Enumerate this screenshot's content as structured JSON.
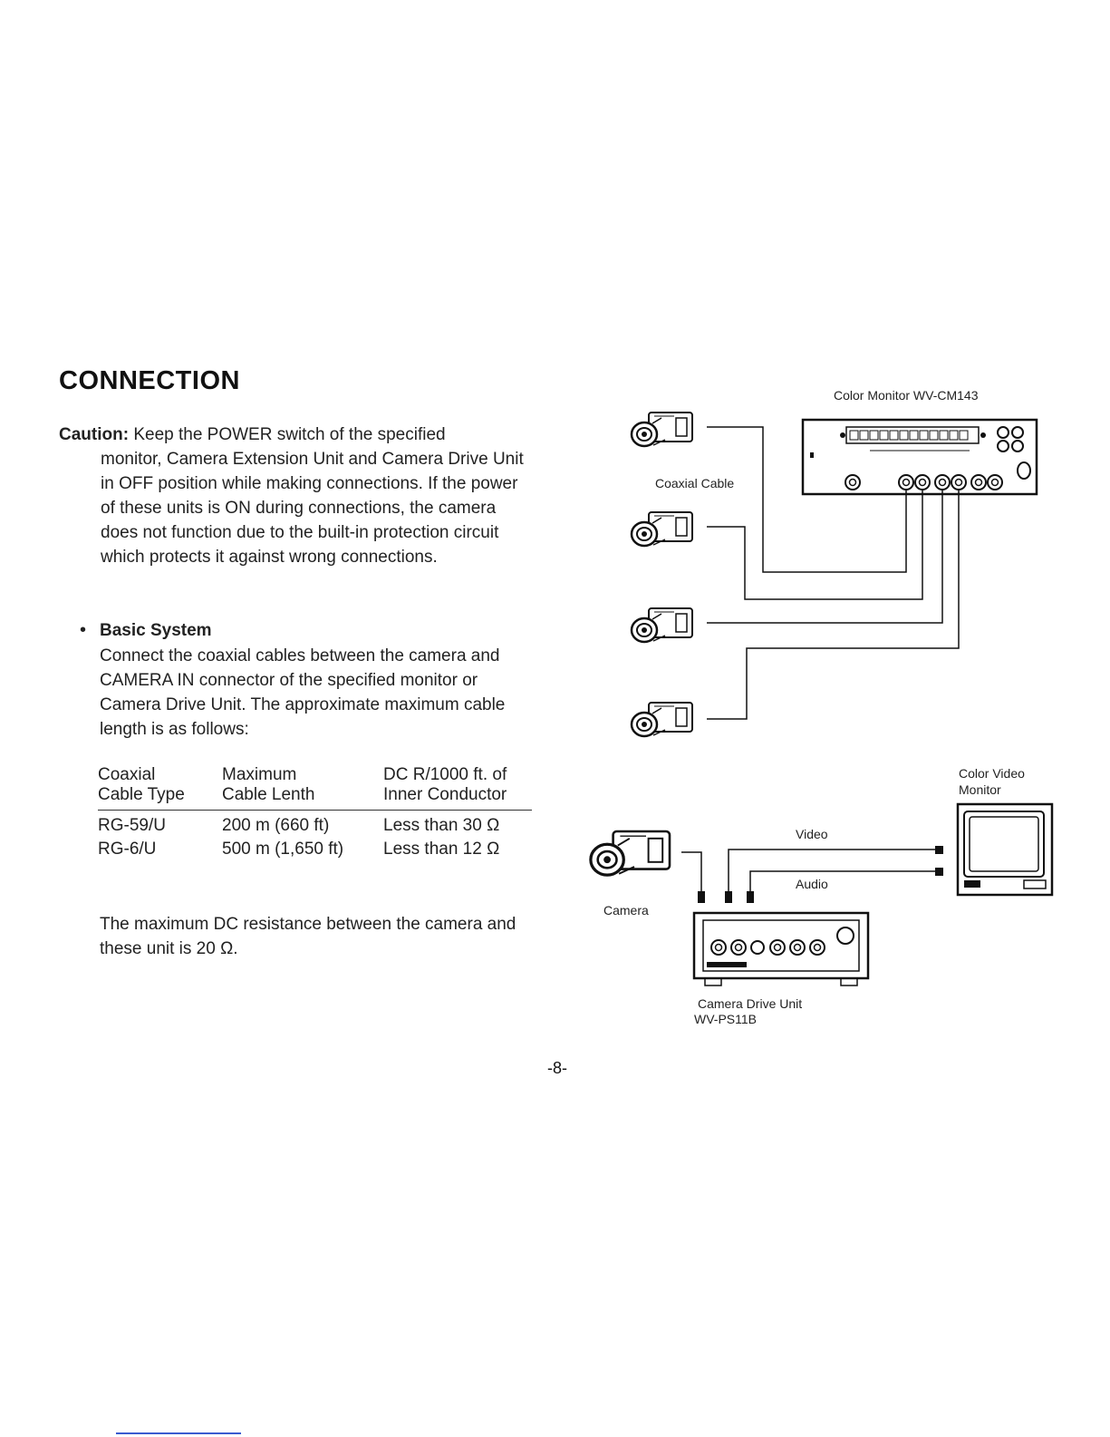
{
  "section_title": "CONNECTION",
  "caution": {
    "label": "Caution:",
    "first_line": " Keep the POWER switch of the specified",
    "continuation": "monitor, Camera Extension Unit and Camera Drive Unit in OFF position while making connections. If the power of these units is ON during connections, the camera does not function due to the built-in protection circuit which protects it against wrong connections."
  },
  "basic_system": {
    "bullet": "•",
    "heading": "Basic System",
    "body": "Connect the coaxial cables between the camera and CAMERA IN connector of the specified monitor or Camera Drive Unit. The approximate maximum cable length is as follows:"
  },
  "cable_table": {
    "headers": [
      {
        "line1": "Coaxial",
        "line2": "Cable Type"
      },
      {
        "line1": "Maximum",
        "line2": "Cable Lenth"
      },
      {
        "line1": "DC R/1000 ft. of",
        "line2": "Inner Conductor"
      }
    ],
    "rows": [
      [
        "RG-59/U",
        "200 m (660 ft)",
        "Less than 30 Ω"
      ],
      [
        "RG-6/U",
        "500 m (1,650 ft)",
        "Less than 12 Ω"
      ]
    ]
  },
  "dc_note": "The maximum DC resistance between the camera and these unit is 20 Ω.",
  "page_number": "-8-",
  "diagram": {
    "monitor_label": "Color Monitor WV-CM143",
    "coaxial_label": "Coaxial Cable",
    "video_monitor_label_1": "Color Video",
    "video_monitor_label_2": "Monitor",
    "video_label": "Video",
    "audio_label": "Audio",
    "camera_label": "Camera",
    "cdu_label_1": "Camera Drive Unit",
    "cdu_label_2": "WV-PS11B"
  }
}
